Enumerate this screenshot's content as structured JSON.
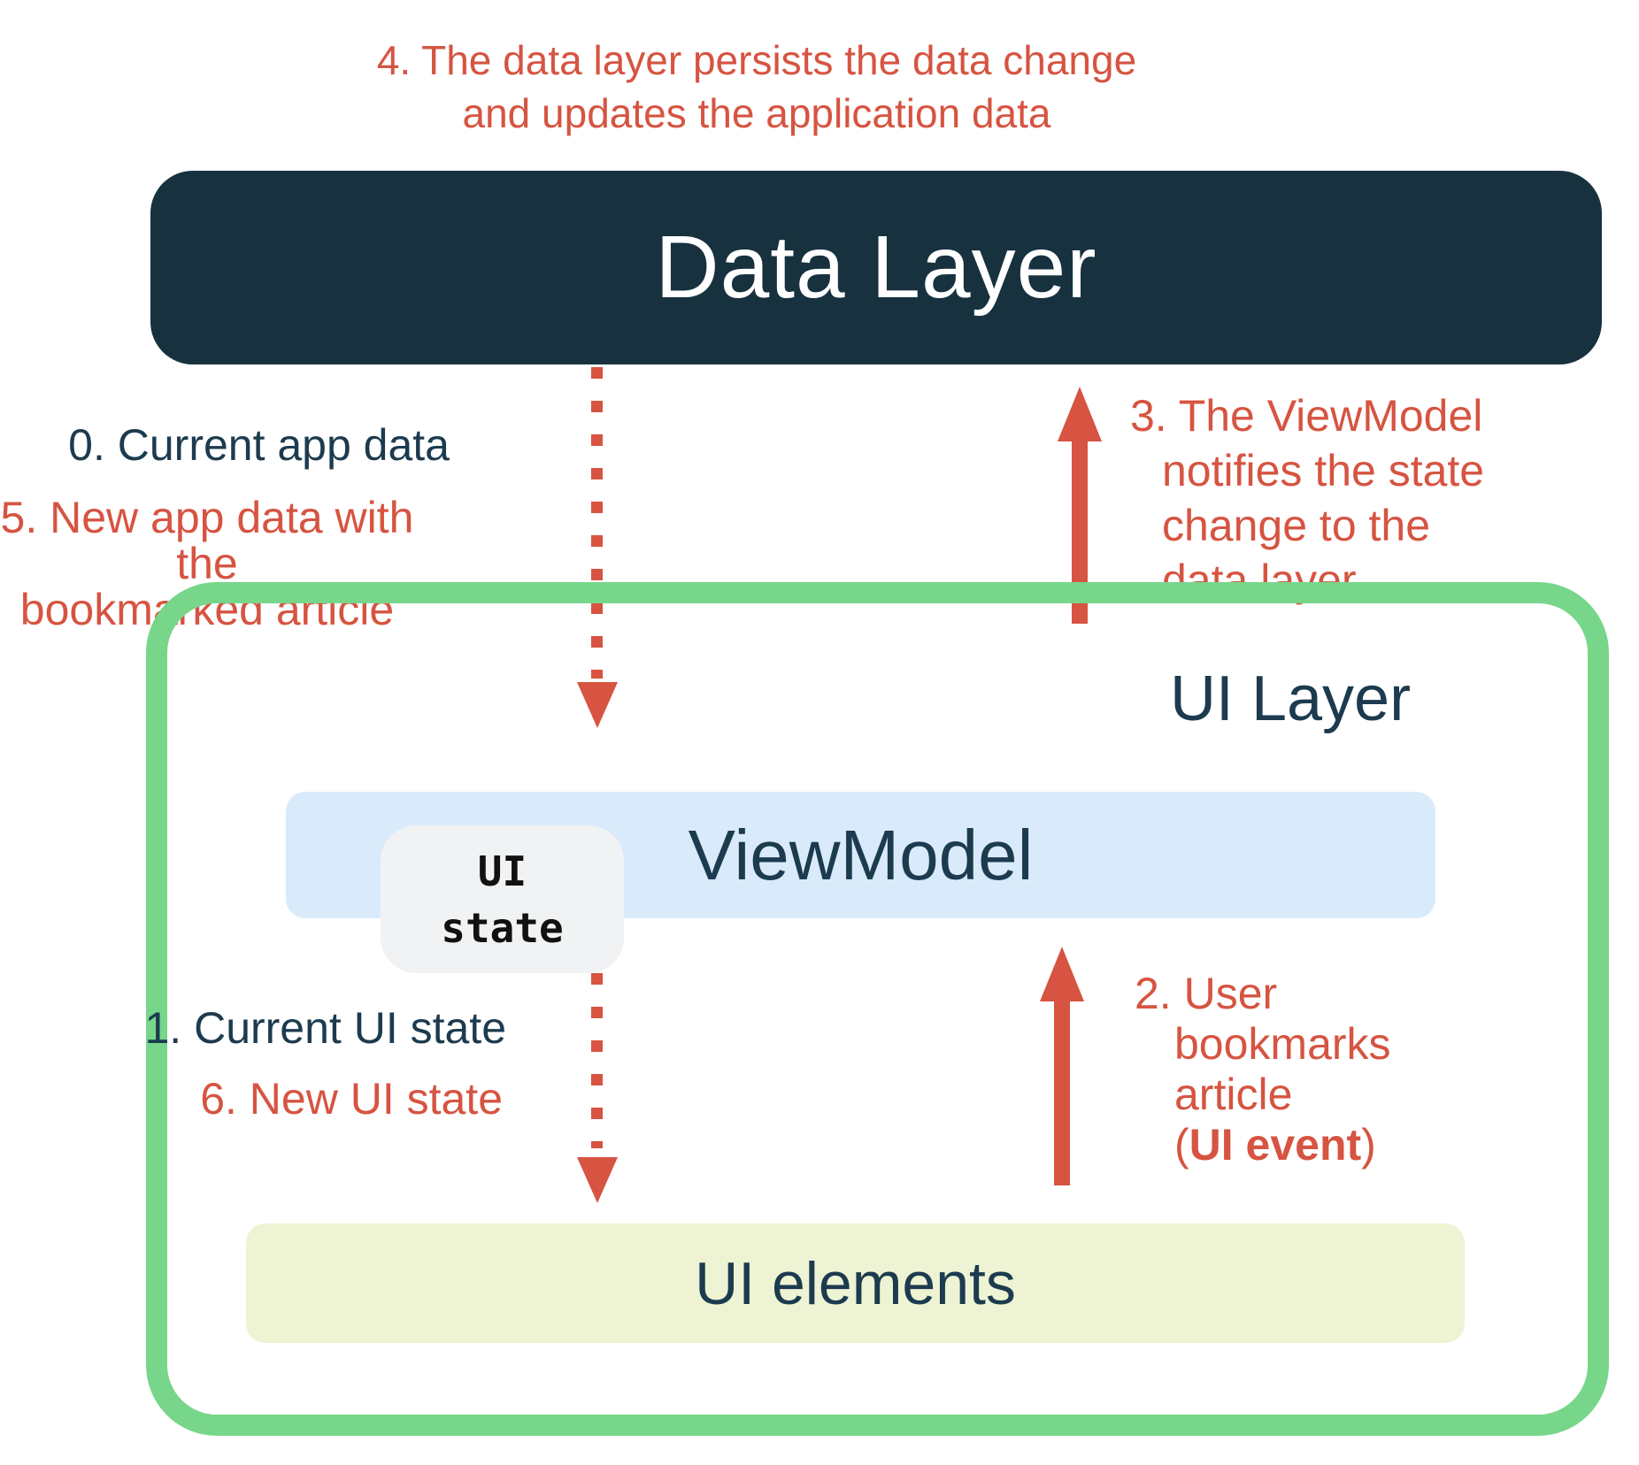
{
  "colors": {
    "red": "#D65441",
    "navy": "#1C3B4F",
    "navy-box": "#17313F",
    "green": "#77D68A",
    "blue-box": "#D9EAFB",
    "yellow-box": "#EEF3D3",
    "gray-badge": "#F0F2F4",
    "white": "#FFFFFF"
  },
  "boxes": {
    "data_layer": {
      "label": "Data Layer"
    },
    "ui_layer": {
      "label": "UI Layer"
    },
    "viewmodel": {
      "label": "ViewModel"
    },
    "ui_state": {
      "lines": [
        "UI",
        "state"
      ]
    },
    "ui_elements": {
      "label": "UI elements"
    }
  },
  "annotations": {
    "step4": {
      "lines": [
        "4. The data layer persists the data change",
        "and updates the application data"
      ]
    },
    "step0": {
      "text": "0. Current app data"
    },
    "step5": {
      "lines": [
        "5. New app data with the",
        "bookmarked article"
      ]
    },
    "step3": {
      "lines": [
        "3. The ViewModel",
        "notifies the state",
        "change to the",
        "data layer"
      ]
    },
    "step1": {
      "text": "1. Current UI state"
    },
    "step6": {
      "text": "6. New UI state"
    },
    "step2": {
      "lines": [
        "2. User",
        "bookmarks",
        "article"
      ],
      "paren_open": "(",
      "bold": "UI event",
      "paren_close": ")"
    }
  },
  "arrows": {
    "data_to_viewmodel": "dotted-down-arrow",
    "viewmodel_to_ui_elements": "dotted-down-arrow",
    "ui_layer_to_data_layer": "solid-up-arrow",
    "ui_elements_to_viewmodel": "solid-up-arrow"
  }
}
